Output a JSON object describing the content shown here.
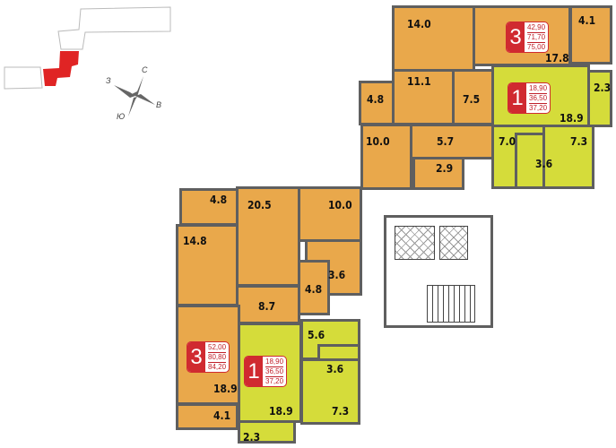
{
  "colors": {
    "three_room": "#e9a84b",
    "one_room": "#d5dc3a",
    "highlight": "#e02424",
    "wall": "#5f5f5f"
  },
  "compass": {
    "n": "С",
    "e": "В",
    "s": "Ю",
    "w": "З"
  },
  "apartments": [
    {
      "rooms": "3",
      "areas": [
        "42,90",
        "71,70",
        "75,00"
      ]
    },
    {
      "rooms": "1",
      "areas": [
        "18,90",
        "36,50",
        "37,20"
      ]
    },
    {
      "rooms": "3",
      "areas": [
        "52,00",
        "80,80",
        "84,20"
      ]
    },
    {
      "rooms": "1",
      "areas": [
        "18,90",
        "36,50",
        "37,20"
      ]
    }
  ],
  "room_labels": {
    "a1_r14": "14.0",
    "a1_r178": "17.8",
    "a1_b41": "4.1",
    "a1_r111": "11.1",
    "a1_h75": "7.5",
    "a1_b48": "4.8",
    "a1_r100": "10.0",
    "a1_c57": "5.7",
    "a1_bath": "2.9",
    "a2_r189": "18.9",
    "a2_b23": "2.3",
    "a2_k70": "7.0",
    "a2_bath": "3.6",
    "a2_h73": "7.3",
    "a3_b48": "4.8",
    "a3_r205": "20.5",
    "a3_r100": "10.0",
    "a3_r148": "14.8",
    "a3_bath": "3.6",
    "a3_h48": "4.8",
    "a3_h87": "8.7",
    "a3_r189": "18.9",
    "a3_b41": "4.1",
    "a4_h56": "5.6",
    "a4_r189": "18.9",
    "a4_bath": "3.6",
    "a4_k73": "7.3",
    "a4_b23": "2.3"
  }
}
